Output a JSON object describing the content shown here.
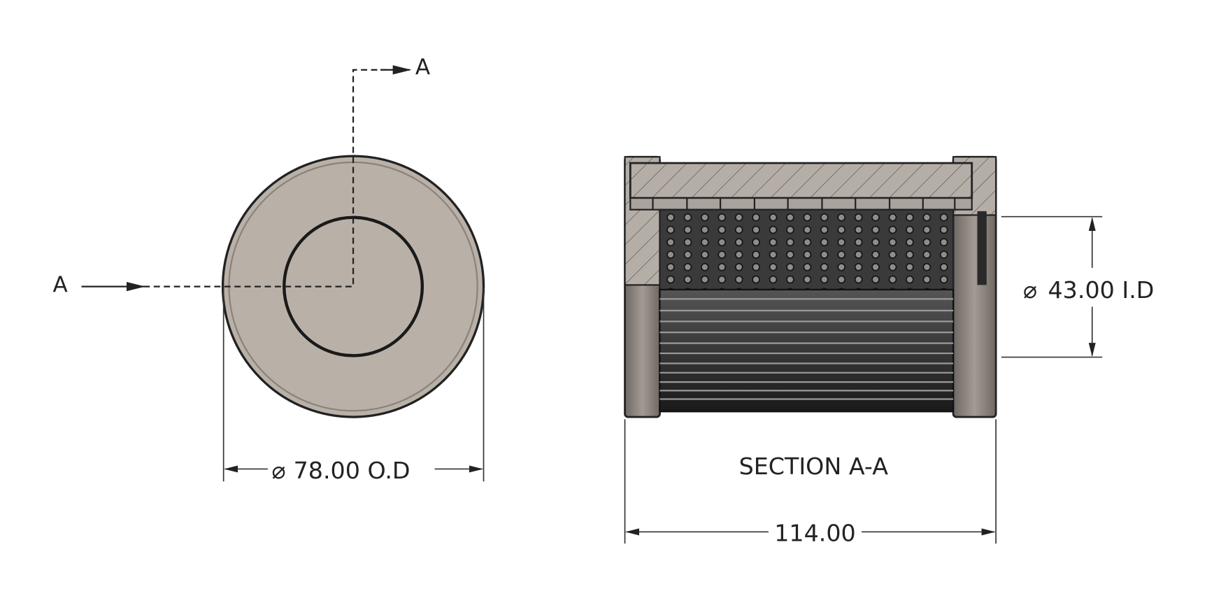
{
  "front_view": {
    "section_label_top": "A",
    "section_label_left": "A",
    "od_dimension": "78.00 O.D",
    "diameter_symbol": "⌀"
  },
  "section_view": {
    "title": "SECTION A-A",
    "id_dimension": "43.00 I.D",
    "diameter_symbol": "⌀",
    "length_dimension": "114.00"
  },
  "colors": {
    "body": "#b9b1a8",
    "line": "#1a1a1a",
    "dark_media": "#2e2e2e",
    "hatch": "#a8a29c"
  }
}
